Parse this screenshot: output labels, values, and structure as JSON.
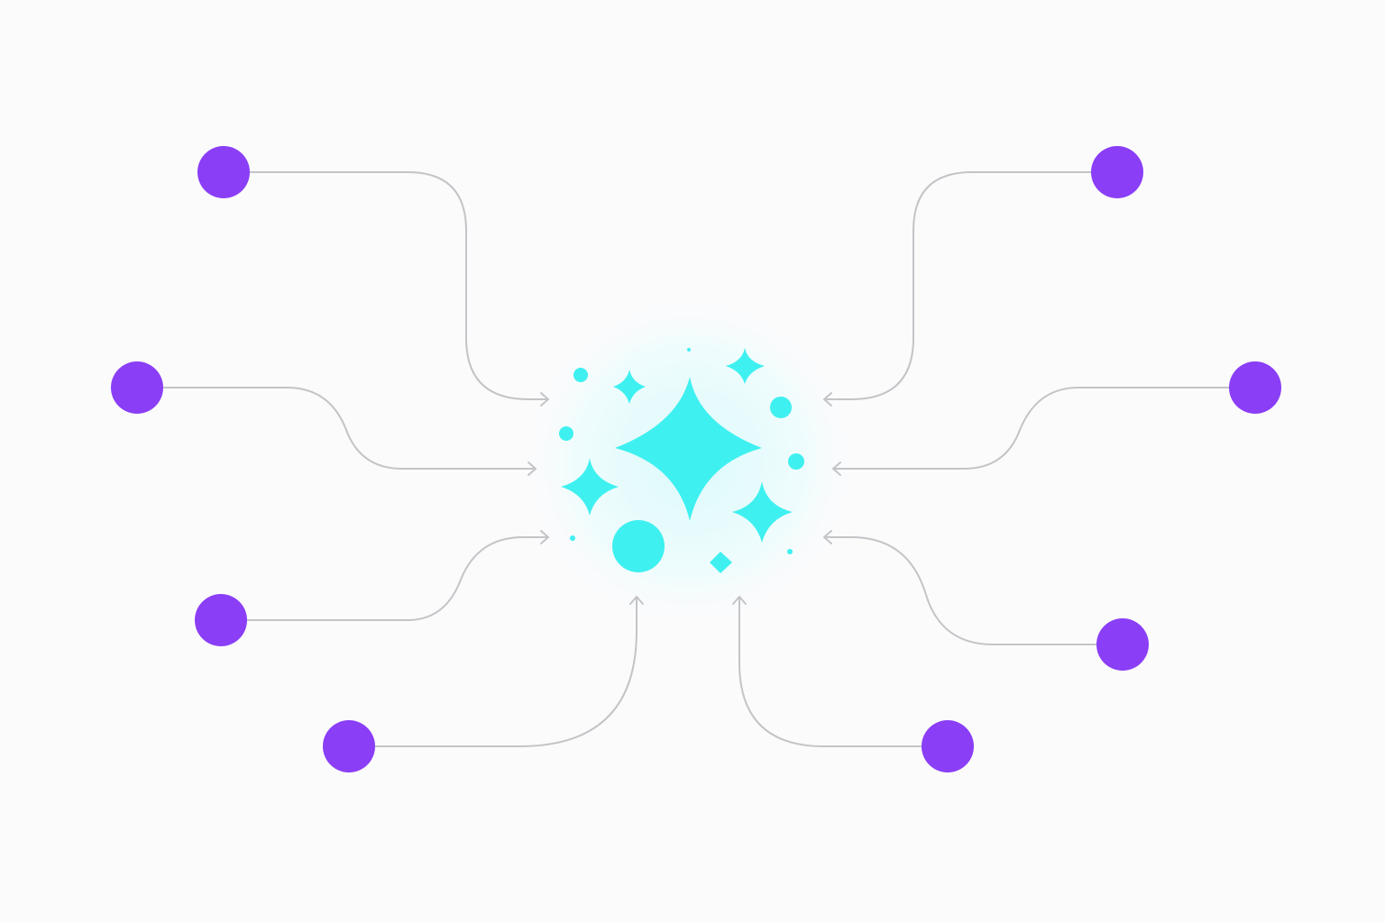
{
  "diagram": {
    "type": "hub-and-spoke",
    "node_count": 8,
    "hub": {
      "icon": "sparkles-icon",
      "description_glyphs": [
        "large-four-point-star",
        "small-four-point-stars",
        "dots"
      ]
    },
    "nodes": [
      {
        "id": "node-top-left",
        "side": "left"
      },
      {
        "id": "node-middle-left",
        "side": "left"
      },
      {
        "id": "node-lower-left",
        "side": "left"
      },
      {
        "id": "node-bottom-left",
        "side": "bottom"
      },
      {
        "id": "node-top-right",
        "side": "right"
      },
      {
        "id": "node-middle-right",
        "side": "right"
      },
      {
        "id": "node-lower-right",
        "side": "right"
      },
      {
        "id": "node-bottom-right",
        "side": "bottom"
      }
    ],
    "arrow_direction": "into-hub"
  },
  "colors": {
    "background": "#fbfbfc",
    "node": "#8a3ef5",
    "connector": "#c4c4c8",
    "hub_accent": "#3ff0f0",
    "hub_glow": "#e6fbfc"
  }
}
